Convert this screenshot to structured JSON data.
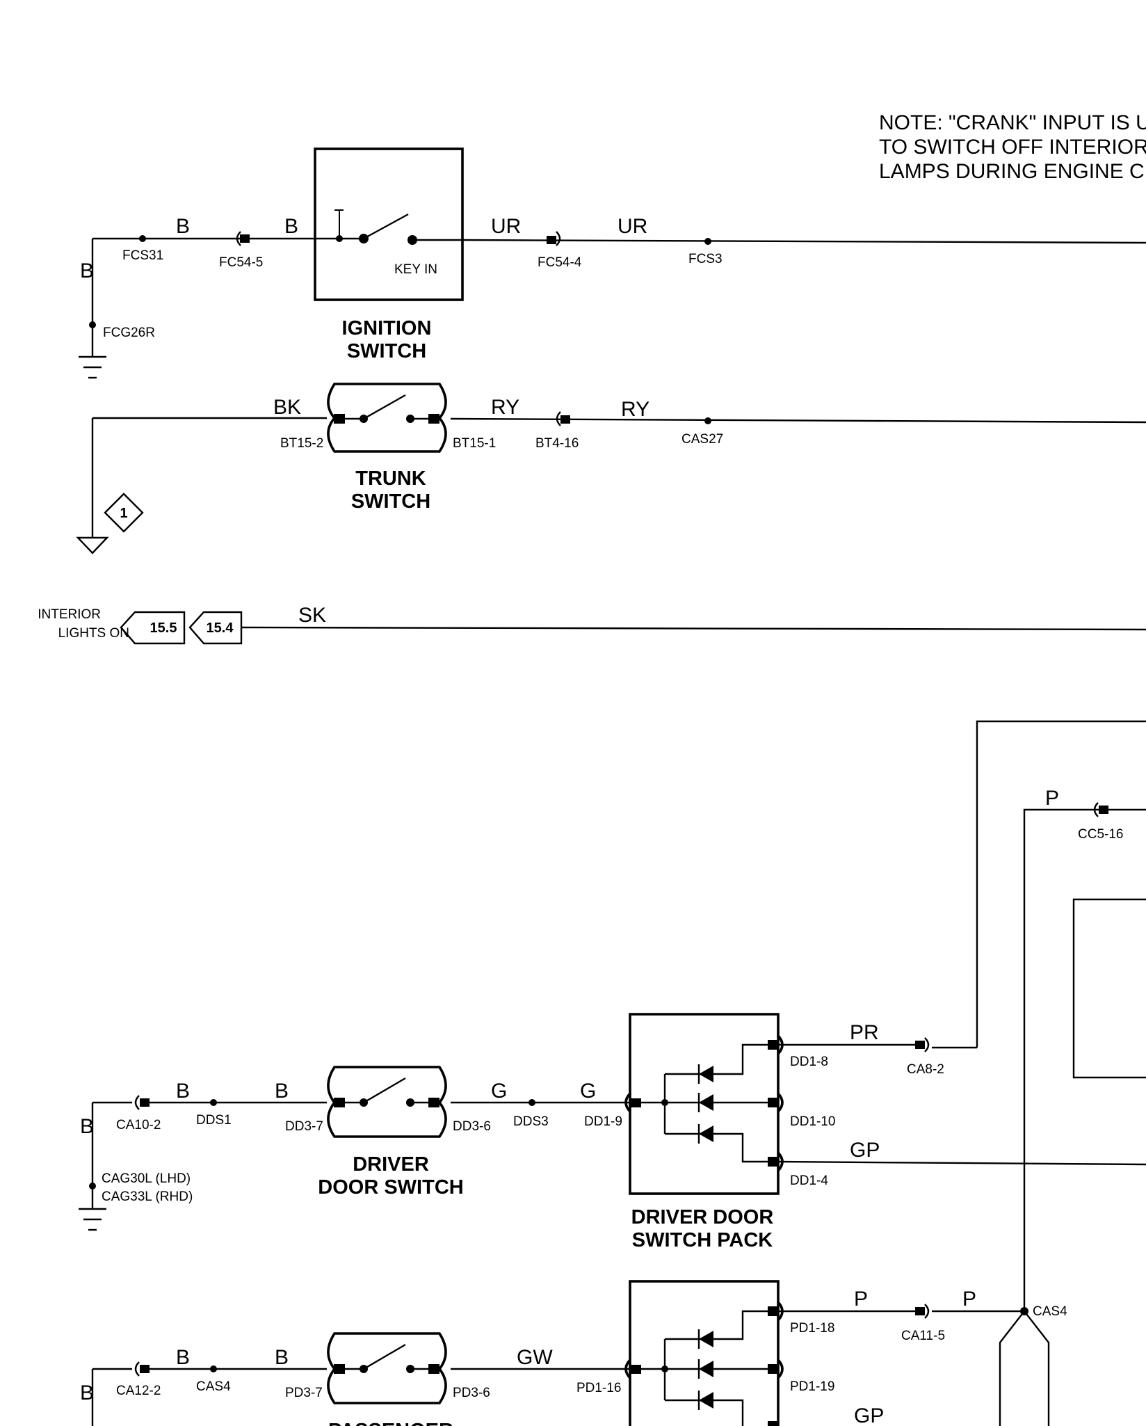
{
  "note": {
    "lines": [
      "NOTE:  \"CRANK\" INPUT IS US",
      "TO SWITCH OFF INTERIOR",
      "LAMPS DURING ENGINE CRA"
    ]
  },
  "ignition": {
    "ground_wire": "B",
    "wire_left_1": "B",
    "wire_left_2": "B",
    "wire_right_1": "UR",
    "wire_right_2": "UR",
    "splice_left": "FCS31",
    "connector_left": "FC54-5",
    "key_in": "KEY IN",
    "connector_right": "FC54-4",
    "splice_right": "FCS3",
    "ground": "FCG26R",
    "title_1": "IGNITION",
    "title_2": "SWITCH"
  },
  "trunk": {
    "wire_left": "BK",
    "wire_right_1": "RY",
    "wire_right_2": "RY",
    "pin_left": "BT15-2",
    "pin_right": "BT15-1",
    "connector": "BT4-16",
    "splice": "CAS27",
    "ground_ref": "1",
    "title_1": "TRUNK",
    "title_2": "SWITCH"
  },
  "interior": {
    "label_1": "INTERIOR",
    "label_2": "LIGHTS ON",
    "ref_1": "15.5",
    "ref_2": "15.4",
    "wire": "SK"
  },
  "right_block": {
    "wire": "P",
    "connector": "CC5-16"
  },
  "driver": {
    "ground_wire": "B",
    "connector": "CA10-2",
    "wire_1": "B",
    "splice": "DDS1",
    "wire_2": "B",
    "pin_left": "DD3-7",
    "pin_right": "DD3-6",
    "wire_3": "G",
    "splice_2": "DDS3",
    "wire_4": "G",
    "pack_in": "DD1-9",
    "ground_1": "CAG30L (LHD)",
    "ground_2": "CAG33L (RHD)",
    "switch_title_1": "DRIVER",
    "switch_title_2": "DOOR SWITCH",
    "out_wire_1": "PR",
    "out_pin_1": "DD1-8",
    "out_connector": "CA8-2",
    "out_pin_2": "DD1-10",
    "out_wire_3": "GP",
    "out_pin_3": "DD1-4",
    "pack_title_1": "DRIVER DOOR",
    "pack_title_2": "SWITCH PACK"
  },
  "passenger": {
    "ground_wire": "B",
    "connector": "CA12-2",
    "wire_1": "B",
    "splice": "CAS4",
    "wire_2": "B",
    "pin_left": "PD3-7",
    "pin_right": "PD3-6",
    "wire_3": "GW",
    "pack_in": "PD1-16",
    "out_wire_1": "P",
    "out_pin_1": "PD1-18",
    "out_connector": "CA11-5",
    "out_wire_2": "P",
    "out_pin_2": "PD1-19",
    "out_wire_3": "GP",
    "switch_title_1": "PASSENGER"
  }
}
